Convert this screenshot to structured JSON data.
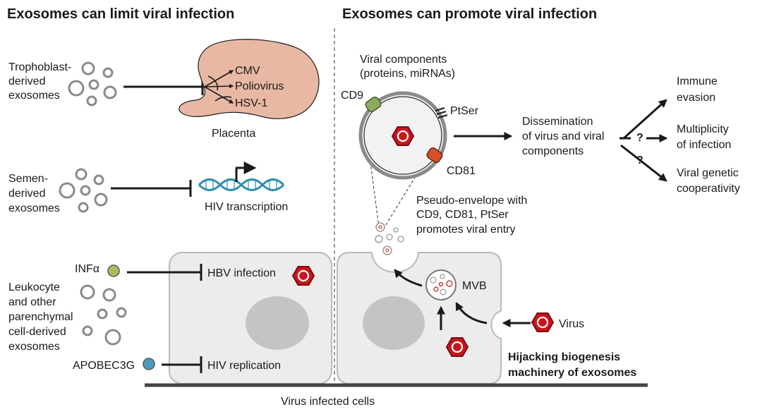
{
  "headings": {
    "limit": "Exosomes can limit viral infection",
    "promote": "Exosomes can promote viral infection"
  },
  "limit": {
    "trophoblast": [
      "Trophoblast-",
      "derived",
      "exosomes"
    ],
    "placenta_targets": [
      "CMV",
      "Poliovirus",
      "HSV-1"
    ],
    "placenta": "Placenta",
    "semen": [
      "Semen-",
      "derived",
      "exosomes"
    ],
    "hiv_transcription": "HIV transcription",
    "infa": "INFα",
    "hbv_infection": "HBV infection",
    "leukocyte": [
      "Leukocyte",
      "and other",
      "parenchymal",
      "cell-derived",
      "exosomes"
    ],
    "apobec": "APOBEC3G",
    "hiv_replication": "HIV replication"
  },
  "promote": {
    "viral_components": [
      "Viral components",
      "(proteins, miRNAs)"
    ],
    "cd9": "CD9",
    "ptser": "PtSer",
    "cd81": "CD81",
    "dissemination": [
      "Dissemination",
      "of virus and viral",
      "components"
    ],
    "q1": "?",
    "q2": "?",
    "outcomes": {
      "immune": [
        "Immune",
        "evasion"
      ],
      "multiplicity": [
        "Multiplicity",
        "of infection"
      ],
      "genetic": [
        "Viral genetic",
        "cooperativity"
      ]
    },
    "pseudo_envelope": [
      "Pseudo-envelope with",
      "CD9, CD81, PtSer",
      "promotes viral entry"
    ],
    "mvb": "MVB",
    "virus": "Virus",
    "hijacking": [
      "Hijacking biogenesis",
      "machinery of exosomes"
    ]
  },
  "footer": "Virus infected cells",
  "colors": {
    "placenta": "#e8b8a4",
    "cell": "#ececec",
    "nucleus": "#c4c4c4",
    "virus": "#c8161d",
    "cd9": "#8cab5e",
    "cd81": "#d2502a",
    "infa": "#a9bf5f",
    "apobec": "#4a9cbf",
    "dna": "#2e8fb0"
  }
}
